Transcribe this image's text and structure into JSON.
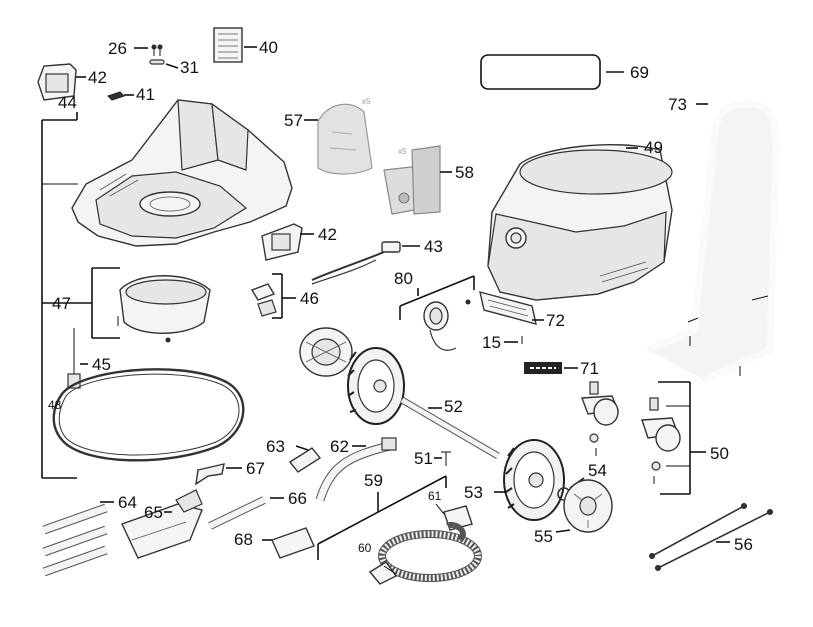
{
  "labels": {
    "l26": "26",
    "l31": "31",
    "l40": "40",
    "l42a": "42",
    "l41": "41",
    "l44": "44",
    "l69": "69",
    "l73": "73",
    "l57": "57",
    "l58": "58",
    "l49": "49",
    "l42b": "42",
    "l43": "43",
    "l80": "80",
    "l46": "46",
    "l47": "47",
    "l72": "72",
    "l15": "15",
    "l45": "45",
    "l71": "71",
    "l48": "48",
    "l52": "52",
    "l50": "50",
    "l63": "63",
    "l62": "62",
    "l51": "51",
    "l67": "67",
    "l59": "59",
    "l54": "54",
    "l61": "61",
    "l53": "53",
    "l64": "64",
    "l65": "65",
    "l66": "66",
    "l68": "68",
    "l60": "60",
    "l55": "55",
    "l56": "56"
  },
  "marks": {
    "x5_filter": "x5",
    "x5_bags": "x5"
  }
}
